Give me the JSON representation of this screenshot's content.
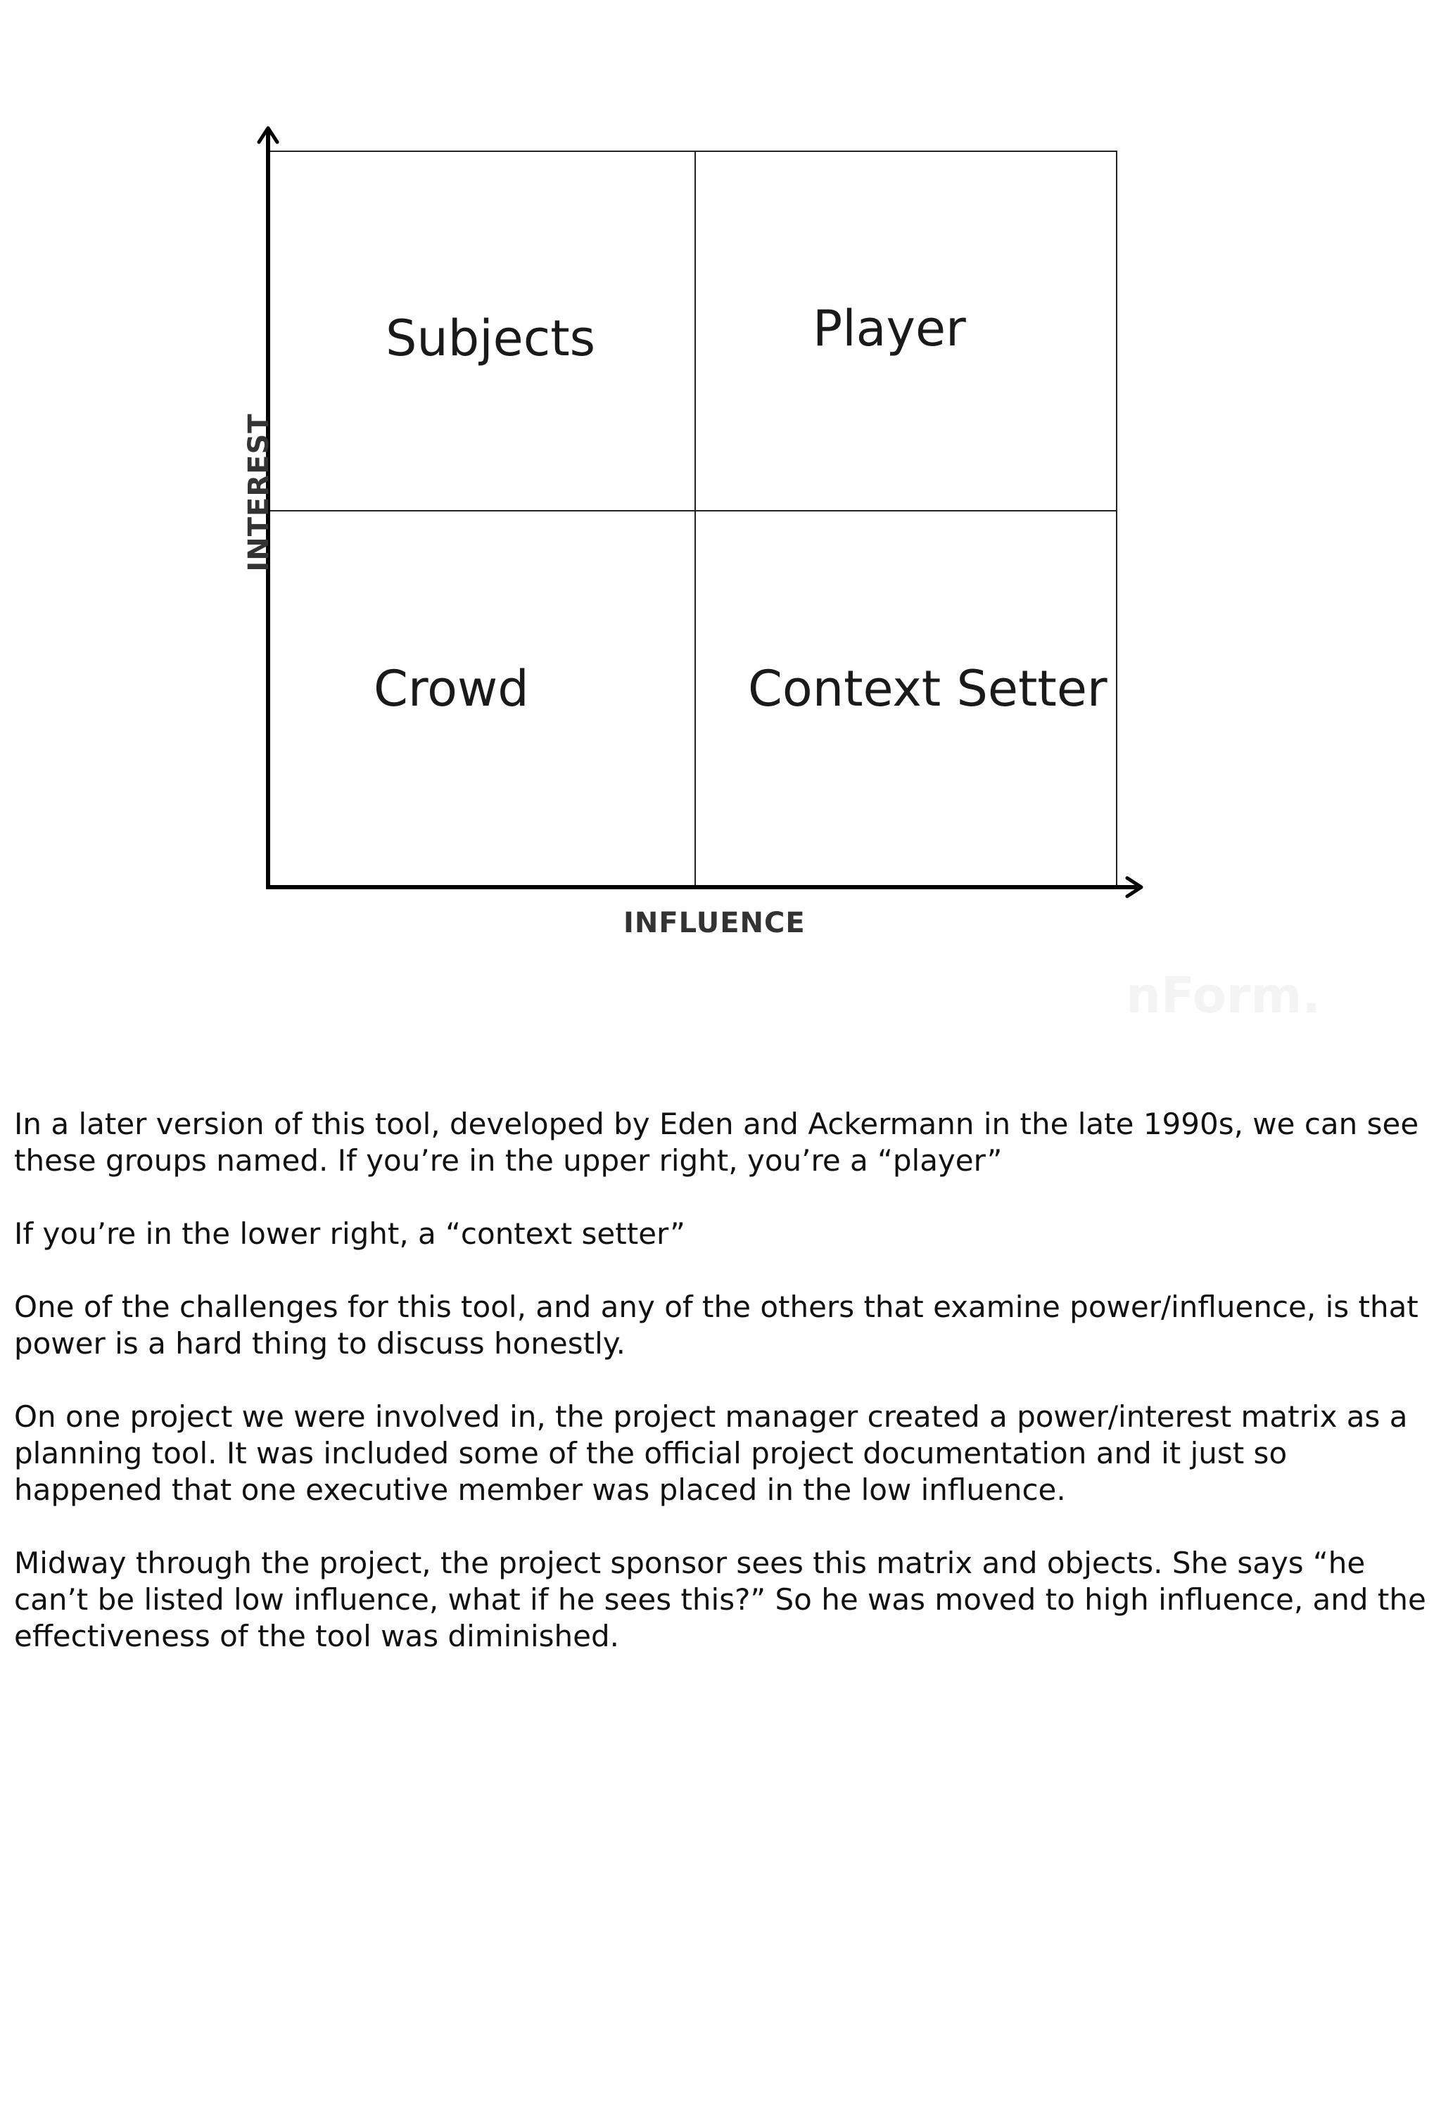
{
  "diagram": {
    "quadrants": {
      "top_left": "Subjects",
      "top_right": "Player",
      "bottom_left": "Crowd",
      "bottom_right": "Context Setter"
    },
    "y_axis_label": "INTEREST",
    "x_axis_label": "INFLUENCE",
    "watermark": "nForm."
  },
  "notes": {
    "paragraphs": [
      "In a later version of this tool, developed by Eden and Ackermann in the late 1990s, we can see these groups named.  If you’re in the upper right, you’re a “player”",
      "If you’re in the lower right, a “context setter”",
      "One of the challenges for this tool, and any of the others that examine power/influence, is that power is a hard thing to discuss honestly.",
      "On one project we were involved in, the project manager created a power/interest matrix as a planning tool.  It was included some of the official project documentation and it just so happened that one executive member was placed in the low influence.",
      "Midway through the project, the project sponsor sees this matrix and objects.  She says “he can’t be listed low influence, what if he sees this?”  So he was moved to high influence, and the effectiveness of the tool was diminished."
    ]
  }
}
